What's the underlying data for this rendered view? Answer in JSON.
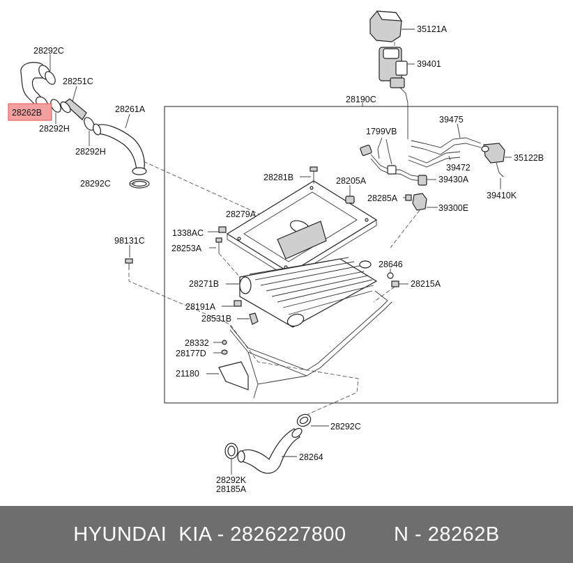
{
  "labels": {
    "p35121A": "35121A",
    "p39401": "39401",
    "p28292C_top": "28292C",
    "p28251C": "28251C",
    "p28262B": "28262B",
    "p28292H_a": "28292H",
    "p28261A": "28261A",
    "p28292H_b": "28292H",
    "p28292C_mid": "28292C",
    "p28190C": "28190C",
    "p39475": "39475",
    "p1799VB": "1799VB",
    "p35122B": "35122B",
    "p39472": "39472",
    "p28281B": "28281B",
    "p28205A": "28205A",
    "p39430A": "39430A",
    "p39410K": "39410K",
    "p28285A": "28285A",
    "p39300E": "39300E",
    "p28279A": "28279A",
    "p1338AC": "1338AC",
    "p98131C": "98131C",
    "p28253A": "28253A",
    "p28646": "28646",
    "p28271B": "28271B",
    "p28215A": "28215A",
    "p28191A": "28191A",
    "p28531B": "28531B",
    "p28332": "28332",
    "p28177D": "28177D",
    "p21180": "21180",
    "p28292C_low": "28292C",
    "p28264": "28264",
    "p28292K": "28292K",
    "p28185A": "28185A"
  },
  "highlight": {
    "part": "28262B",
    "color": "#f4a0a0",
    "border": "#e05555"
  },
  "footer": {
    "brand": "HYUNDAI  KIA - 2826227800",
    "part_no": "N - 28262B"
  }
}
